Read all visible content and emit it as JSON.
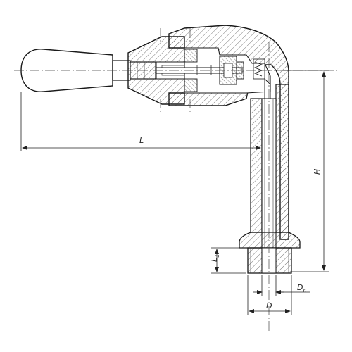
{
  "dimensions": {
    "L": "L",
    "H": "H",
    "L1": {
      "main": "L",
      "sub": "1"
    },
    "D": "D",
    "Dn": {
      "main": "D",
      "sub": "n"
    }
  },
  "colors": {
    "line": "#1a1a1a",
    "thin": "#333333",
    "hatch": "#555555",
    "fill": "#ffffff"
  }
}
